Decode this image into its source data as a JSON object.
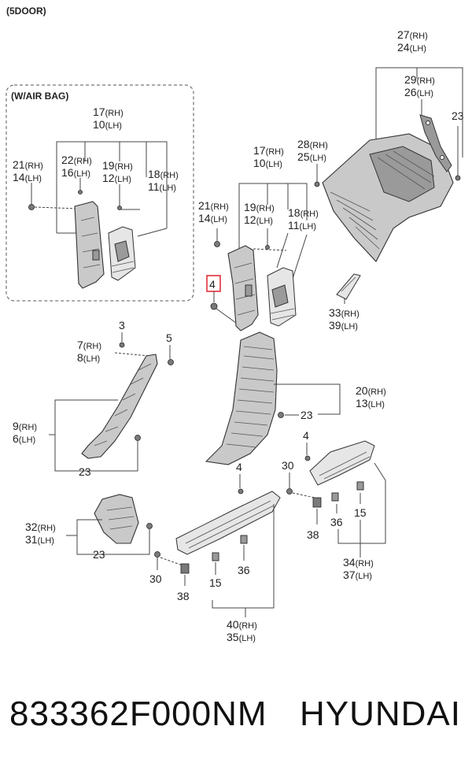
{
  "header": "(5DOOR)",
  "inset_title": "(W/AIR BAG)",
  "callouts": {
    "c17_10_inset": {
      "a": "17",
      "as": "(RH)",
      "b": "10",
      "bs": "(LH)"
    },
    "c22_16": {
      "a": "22",
      "as": "(RH)",
      "b": "16",
      "bs": "(LH)"
    },
    "c21_14_inset": {
      "a": "21",
      "as": "(RH)",
      "b": "14",
      "bs": "(LH)"
    },
    "c19_12_inset": {
      "a": "19",
      "as": "(RH)",
      "b": "12",
      "bs": "(LH)"
    },
    "c18_11_inset": {
      "a": "18",
      "as": "(RH)",
      "b": "11",
      "bs": "(LH)"
    },
    "c27_24": {
      "a": "27",
      "as": "(RH)",
      "b": "24",
      "bs": "(LH)"
    },
    "c29_26": {
      "a": "29",
      "as": "(RH)",
      "b": "26",
      "bs": "(LH)"
    },
    "c28_25": {
      "a": "28",
      "as": "(RH)",
      "b": "25",
      "bs": "(LH)"
    },
    "c17_10": {
      "a": "17",
      "as": "(RH)",
      "b": "10",
      "bs": "(LH)"
    },
    "c21_14": {
      "a": "21",
      "as": "(RH)",
      "b": "14",
      "bs": "(LH)"
    },
    "c19_12": {
      "a": "19",
      "as": "(RH)",
      "b": "12",
      "bs": "(LH)"
    },
    "c18_11": {
      "a": "18",
      "as": "(RH)",
      "b": "11",
      "bs": "(LH)"
    },
    "c33_39": {
      "a": "33",
      "as": "(RH)",
      "b": "39",
      "bs": "(LH)"
    },
    "c7_8": {
      "a": "7",
      "as": "(RH)",
      "b": "8",
      "bs": "(LH)"
    },
    "c9_6": {
      "a": "9",
      "as": "(RH)",
      "b": "6",
      "bs": "(LH)"
    },
    "c20_13": {
      "a": "20",
      "as": "(RH)",
      "b": "13",
      "bs": "(LH)"
    },
    "c32_31": {
      "a": "32",
      "as": "(RH)",
      "b": "31",
      "bs": "(LH)"
    },
    "c34_37": {
      "a": "34",
      "as": "(RH)",
      "b": "37",
      "bs": "(LH)"
    },
    "c40_35": {
      "a": "40",
      "as": "(RH)",
      "b": "35",
      "bs": "(LH)"
    }
  },
  "singles": {
    "n23_top": "23",
    "n4_highlight": "4",
    "n3": "3",
    "n5": "5",
    "n23_a": "23",
    "n23_b": "23",
    "n23_c": "23",
    "n4_b": "4",
    "n4_c": "4",
    "n30_a": "30",
    "n30_b": "30",
    "n36_a": "36",
    "n36_b": "36",
    "n15_a": "15",
    "n15_b": "15",
    "n38_a": "38",
    "n38_b": "38"
  },
  "highlight_color": "#e0303a",
  "footer": {
    "part_number": "833362F000NM",
    "brand": "HYUNDAI"
  }
}
